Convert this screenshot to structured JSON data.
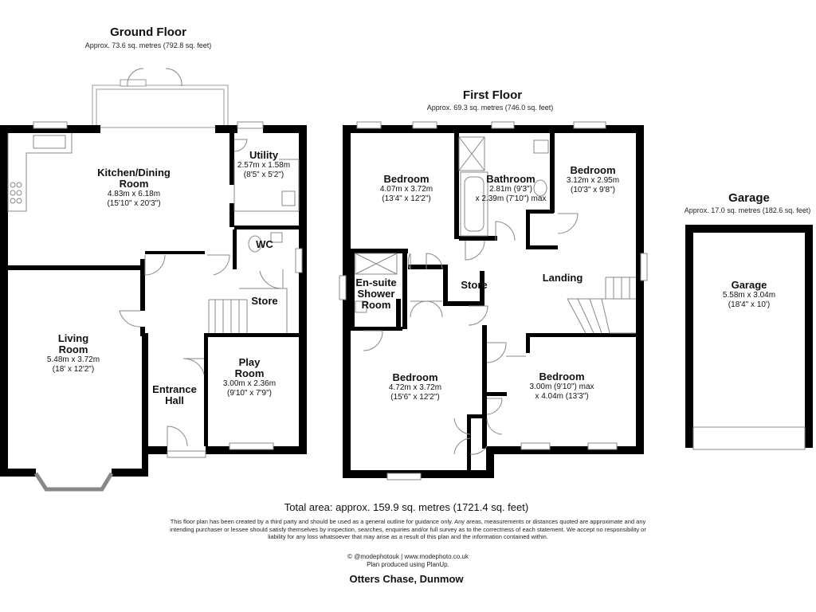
{
  "ground_floor": {
    "title": "Ground Floor",
    "area": "Approx. 73.6 sq. metres (792.8 sq. feet)",
    "rooms": {
      "kitchen": {
        "name_1": "Kitchen/Dining",
        "name_2": "Room",
        "dim_1": "4.83m x 6.18m",
        "dim_2": "(15'10\" x 20'3\")"
      },
      "utility": {
        "name_1": "Utility",
        "dim_1": "2.57m x 1.58m",
        "dim_2": "(8'5\" x 5'2\")"
      },
      "wc": {
        "name_1": "WC"
      },
      "store": {
        "name_1": "Store"
      },
      "living": {
        "name_1": "Living",
        "name_2": "Room",
        "dim_1": "5.48m x 3.72m",
        "dim_2": "(18' x 12'2\")"
      },
      "entrance": {
        "name_1": "Entrance",
        "name_2": "Hall"
      },
      "play": {
        "name_1": "Play",
        "name_2": "Room",
        "dim_1": "3.00m x 2.36m",
        "dim_2": "(9'10\" x 7'9\")"
      }
    }
  },
  "first_floor": {
    "title": "First Floor",
    "area": "Approx. 69.3 sq. metres (746.0 sq. feet)",
    "rooms": {
      "bedroom_1": {
        "name_1": "Bedroom",
        "dim_1": "4.07m x 3.72m",
        "dim_2": "(13'4\" x 12'2\")"
      },
      "bathroom": {
        "name_1": "Bathroom",
        "dim_1": "2.81m (9'3\")",
        "dim_2": "x 2.39m (7'10\") max"
      },
      "bedroom_2": {
        "name_1": "Bedroom",
        "dim_1": "3.12m x 2.95m",
        "dim_2": "(10'3\" x 9'8\")"
      },
      "store": {
        "name_1": "Store"
      },
      "landing": {
        "name_1": "Landing"
      },
      "ensuite": {
        "name_1": "En-suite",
        "name_2": "Shower",
        "name_3": "Room"
      },
      "bedroom_3": {
        "name_1": "Bedroom",
        "dim_1": "4.72m x 3.72m",
        "dim_2": "(15'6\" x 12'2\")"
      },
      "bedroom_4": {
        "name_1": "Bedroom",
        "dim_1": "3.00m (9'10\") max",
        "dim_2": "x 4.04m (13'3\")"
      }
    }
  },
  "garage": {
    "title": "Garage",
    "area": "Approx. 17.0 sq. metres (182.6 sq. feet)",
    "room": {
      "name_1": "Garage",
      "dim_1": "5.58m x 3.04m",
      "dim_2": "(18'4\" x 10')"
    }
  },
  "total_area": "Total area: approx. 159.9 sq. metres (1721.4 sq. feet)",
  "disclaimer": {
    "line_1": "This floor plan has been created by a third party and should be used as a general outline for guidance only. Any areas, measurements or distances quoted are approximate and any",
    "line_2": "intending purchaser or lessee should satisfy themselves by inspection, searches, enquiries and/or full survey as to the correctness of each statement. We accept no responsibility or",
    "line_3": "liability for any loss whatsoever that may arise as a result of this plan and the information contained within."
  },
  "credit": {
    "line_1": "© @modephotouk | www.modephoto.co.uk",
    "line_2": "Plan produced using PlanUp."
  },
  "address": "Otters Chase, Dunmow"
}
